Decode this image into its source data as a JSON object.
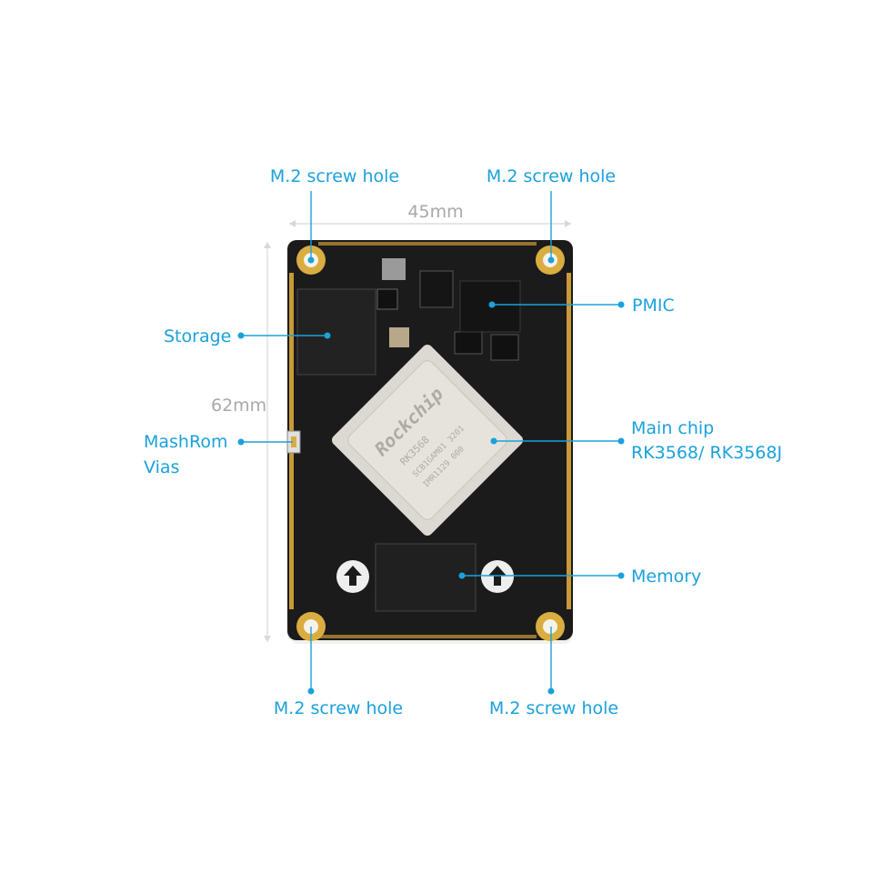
{
  "dimensions": {
    "width": "45mm",
    "height": "62mm"
  },
  "labels": {
    "screw_top_left": "M.2 screw hole",
    "screw_top_right": "M.2 screw hole",
    "screw_bottom_left": "M.2 screw hole",
    "screw_bottom_right": "M.2 screw hole",
    "storage": "Storage",
    "pmic": "PMIC",
    "main_chip_line1": "Main chip",
    "main_chip_line2": "RK3568/ RK3568J",
    "mashrom_line1": "MashRom",
    "mashrom_line2": "Vias",
    "memory": "Memory"
  },
  "chip_markings": {
    "brand": "Rockchip",
    "model": "RK3568",
    "line3": "SCB1GAM01 3201",
    "line4": "IMR1129 000"
  },
  "colors": {
    "label": "#1ba1dc",
    "dimension": "#a8a8a8",
    "board": "#1b1b1c",
    "gold": "#d9ad3f"
  }
}
